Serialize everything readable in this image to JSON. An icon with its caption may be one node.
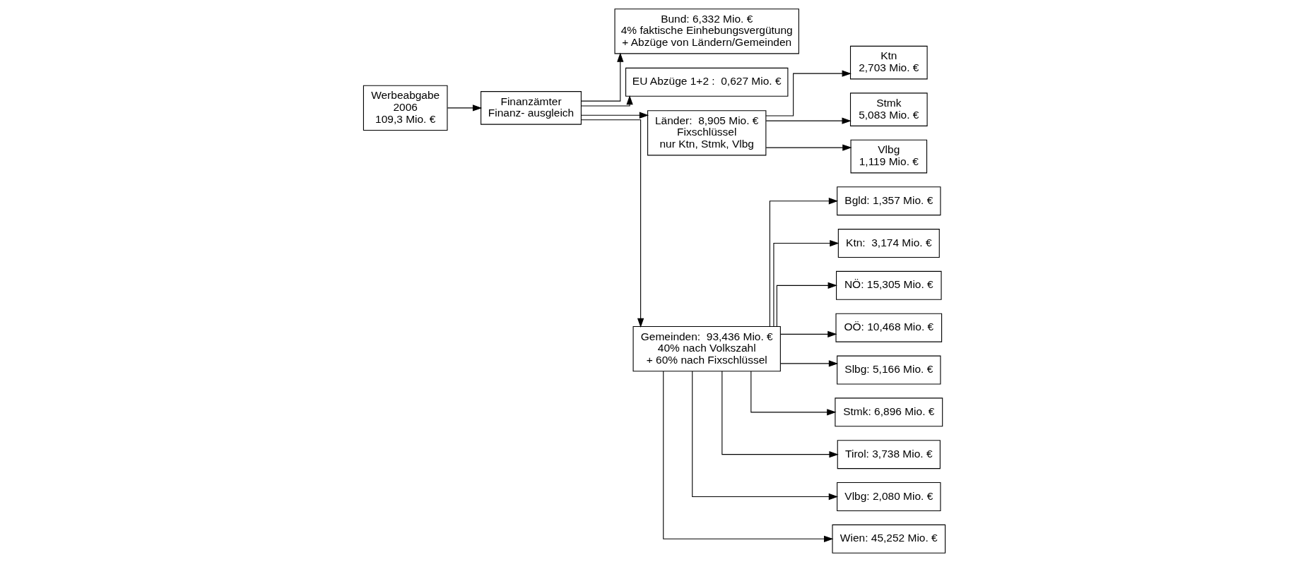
{
  "diagram": {
    "nodes": [
      {
        "text": [
          "Werbeabgabe",
          "2006",
          "109,3 Mio. €"
        ]
      },
      {
        "text": [
          "Finanzämter",
          "Finanz- ausgleich"
        ]
      },
      {
        "text": [
          "Bund: 6,332 Mio. €",
          "4% faktische Einhebungsvergütung",
          "+ Abzüge von Ländern/Gemeinden"
        ]
      },
      {
        "text": [
          "EU Abzüge 1+2 :  0,627 Mio. €"
        ]
      },
      {
        "text": [
          "Länder:  8,905 Mio. €",
          "Fixschlüssel",
          "nur Ktn, Stmk, Vlbg"
        ]
      },
      {
        "text": [
          "Gemeinden:  93,436 Mio. €",
          "40% nach Volkszahl",
          "+ 60% nach Fixschlüssel"
        ]
      },
      {
        "text": [
          "Ktn",
          "2,703 Mio. €"
        ]
      },
      {
        "text": [
          "Stmk",
          "5,083 Mio. €"
        ]
      },
      {
        "text": [
          "Vlbg",
          "1,119 Mio. €"
        ]
      },
      {
        "text": [
          "Bgld: 1,357 Mio. €"
        ]
      },
      {
        "text": [
          "Ktn:  3,174 Mio. €"
        ]
      },
      {
        "text": [
          "NÖ: 15,305 Mio. €"
        ]
      },
      {
        "text": [
          "OÖ: 10,468 Mio. €"
        ]
      },
      {
        "text": [
          "Slbg: 5,166 Mio. €"
        ]
      },
      {
        "text": [
          "Stmk: 6,896 Mio. €"
        ]
      },
      {
        "text": [
          "Tirol: 3,738 Mio. €"
        ]
      },
      {
        "text": [
          "Vlbg: 2,080 Mio. €"
        ]
      },
      {
        "text": [
          "Wien: 45,252 Mio. €"
        ]
      }
    ],
    "edges": [
      {
        "from": 0,
        "to": 1,
        "arrow": "to"
      },
      {
        "from": 1,
        "to": 2,
        "arrow": "to"
      },
      {
        "from": 1,
        "to": 3,
        "arrow": "to"
      },
      {
        "from": 1,
        "to": 4,
        "arrow": "to"
      },
      {
        "from": 1,
        "to": 5,
        "arrow": "to"
      },
      {
        "from": 4,
        "to": 6,
        "arrow": "to"
      },
      {
        "from": 4,
        "to": 7,
        "arrow": "to"
      },
      {
        "from": 4,
        "to": 8,
        "arrow": "to"
      },
      {
        "from": 5,
        "to": 9,
        "arrow": "to"
      },
      {
        "from": 5,
        "to": 10,
        "arrow": "to"
      },
      {
        "from": 5,
        "to": 11,
        "arrow": "to"
      },
      {
        "from": 5,
        "to": 12,
        "arrow": "to"
      },
      {
        "from": 5,
        "to": 13,
        "arrow": "to"
      },
      {
        "from": 5,
        "to": 14,
        "arrow": "to"
      },
      {
        "from": 5,
        "to": 15,
        "arrow": "to"
      },
      {
        "from": 5,
        "to": 16,
        "arrow": "to"
      },
      {
        "from": 5,
        "to": 17,
        "arrow": "to"
      }
    ]
  }
}
